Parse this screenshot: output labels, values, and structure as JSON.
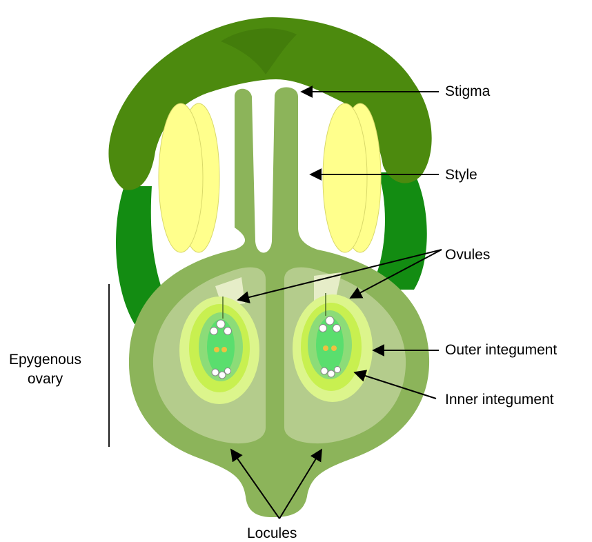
{
  "labels": {
    "stigma": "Stigma",
    "style": "Style",
    "ovules": "Ovules",
    "outer_integument": "Outer integument",
    "inner_integument": "Inner integument",
    "epygenous_line1": "Epygenous",
    "epygenous_line2": "ovary",
    "locules": "Locules"
  },
  "colors": {
    "hood_dark": "#4c8a0e",
    "sepal_green": "#138c12",
    "anther_yellow": "#ffff8c",
    "anther_edge": "#d9d96a",
    "pistil_green": "#8cb45a",
    "locule_light": "#b4cc8c",
    "outer_integument": "#dcf58c",
    "inner_integument": "#c8f050",
    "nucellus": "#8cdc78",
    "embryo_sac": "#5ade6e",
    "micropyle_pale": "#e6edc8",
    "arrow": "#000000"
  }
}
